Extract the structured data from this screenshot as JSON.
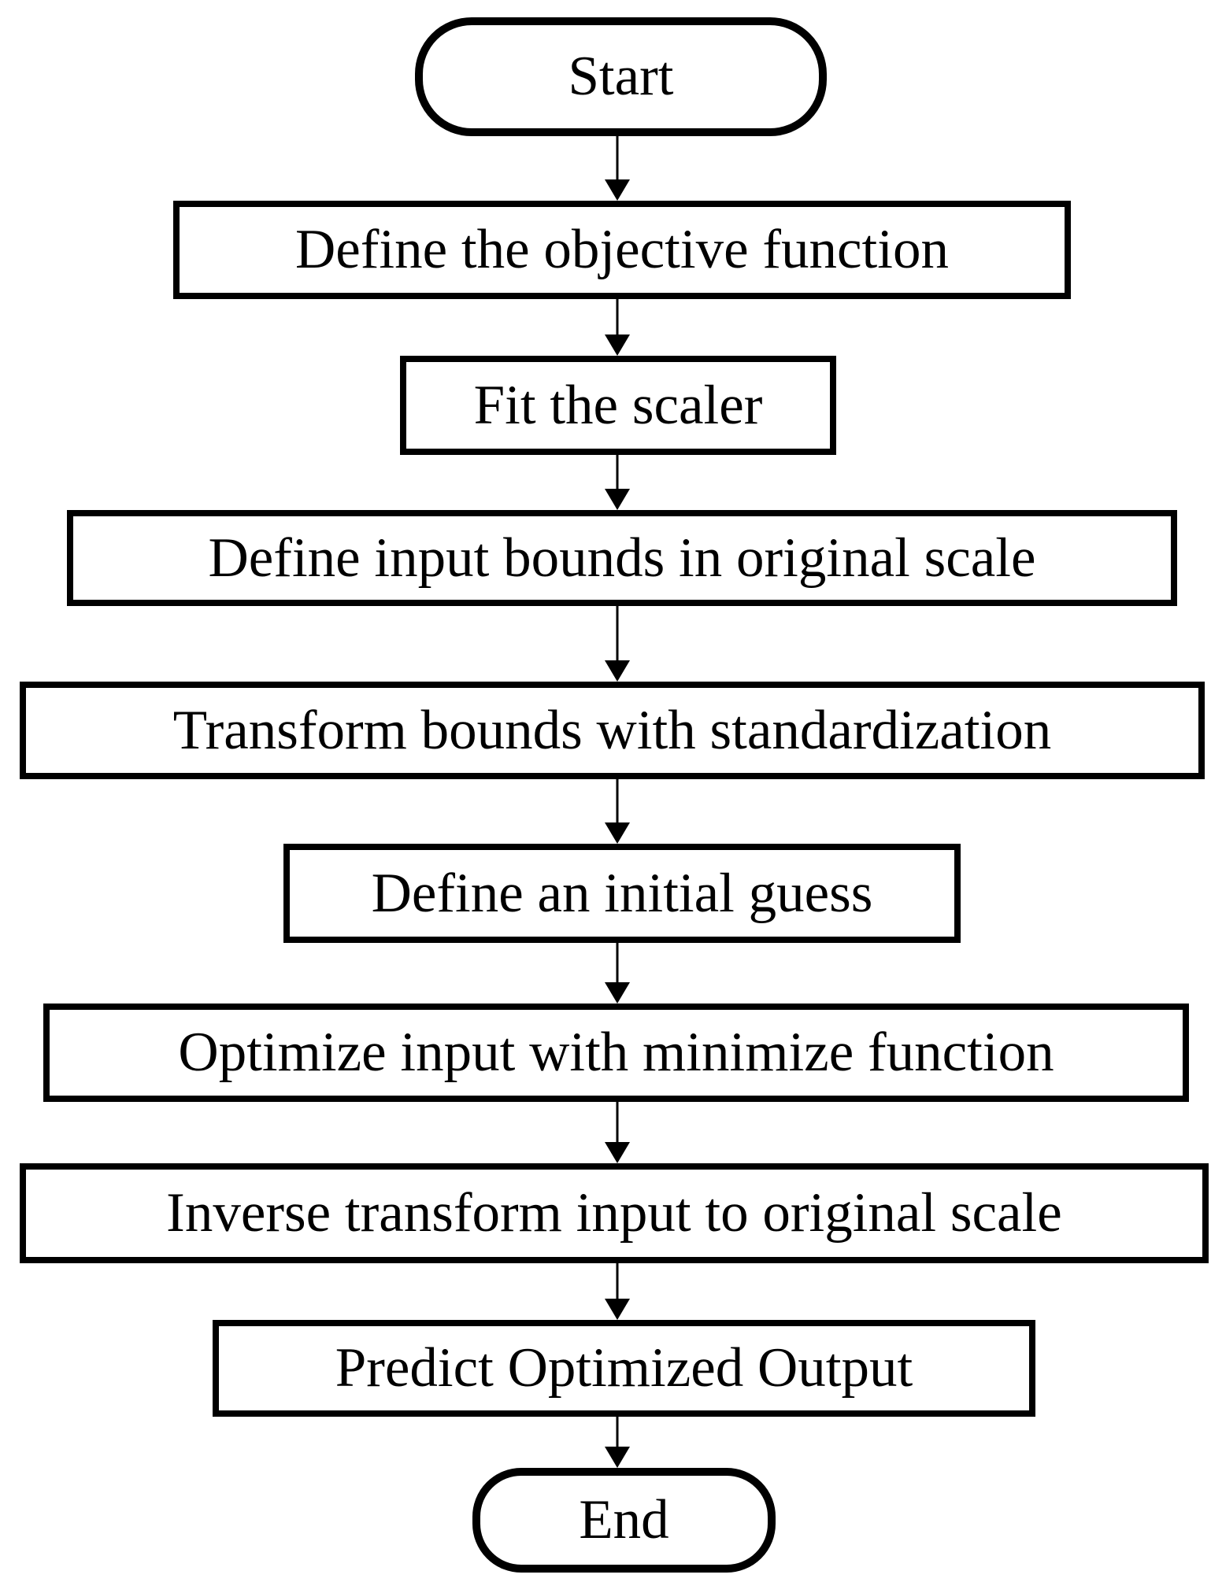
{
  "figure": {
    "type": "flowchart",
    "direction": "top-down",
    "background_color": "#ffffff",
    "stroke_color": "#000000",
    "text_color": "#000000",
    "nodes": [
      {
        "id": "start",
        "shape": "terminator",
        "label": "Start"
      },
      {
        "id": "define-objective-function",
        "shape": "process",
        "label": "Define the objective function"
      },
      {
        "id": "fit-scaler",
        "shape": "process",
        "label": "Fit the scaler"
      },
      {
        "id": "define-input-bounds",
        "shape": "process",
        "label": "Define input bounds in original scale"
      },
      {
        "id": "transform-bounds",
        "shape": "process",
        "label": "Transform bounds with standardization"
      },
      {
        "id": "define-initial-guess",
        "shape": "process",
        "label": "Define an initial guess"
      },
      {
        "id": "optimize-input",
        "shape": "process",
        "label": "Optimize input with minimize function"
      },
      {
        "id": "inverse-transform-input",
        "shape": "process",
        "label": "Inverse transform input to original scale"
      },
      {
        "id": "predict-optimized-output",
        "shape": "process",
        "label": "Predict Optimized Output"
      },
      {
        "id": "end",
        "shape": "terminator",
        "label": "End"
      }
    ],
    "edges": [
      {
        "from": "start",
        "to": "define-objective-function"
      },
      {
        "from": "define-objective-function",
        "to": "fit-scaler"
      },
      {
        "from": "fit-scaler",
        "to": "define-input-bounds"
      },
      {
        "from": "define-input-bounds",
        "to": "transform-bounds"
      },
      {
        "from": "transform-bounds",
        "to": "define-initial-guess"
      },
      {
        "from": "define-initial-guess",
        "to": "optimize-input"
      },
      {
        "from": "optimize-input",
        "to": "inverse-transform-input"
      },
      {
        "from": "inverse-transform-input",
        "to": "predict-optimized-output"
      },
      {
        "from": "predict-optimized-output",
        "to": "end"
      }
    ]
  }
}
